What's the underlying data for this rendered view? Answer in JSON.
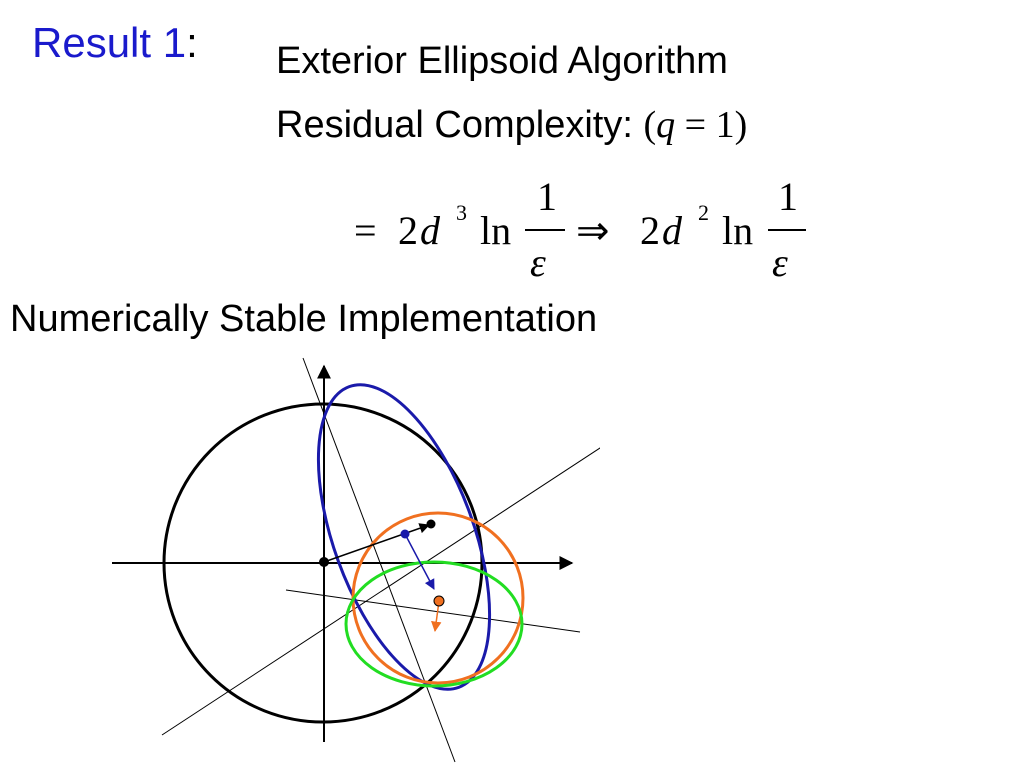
{
  "slide": {
    "result_prefix": "Result 1",
    "result_colon": ":",
    "title": "Exterior Ellipsoid Algorithm",
    "complexity_label": "Residual Complexity: ",
    "complexity_open": "(",
    "complexity_var": "q",
    "complexity_eq": " = ",
    "complexity_val": "1",
    "complexity_close": ")",
    "subtitle": "Numerically Stable Implementation"
  },
  "formula": {
    "eq": "=",
    "coef": "2",
    "var": "d",
    "exp1": "3",
    "ln": "ln",
    "num": "1",
    "den": "ε",
    "arrow": "⇒",
    "exp2": "2"
  },
  "colors": {
    "title_blue": "#1a1acc",
    "ellipse_blue": "#1a1aaa",
    "circle_orange": "#f07020",
    "ellipse_green": "#22dd22",
    "axes": "#000000"
  }
}
